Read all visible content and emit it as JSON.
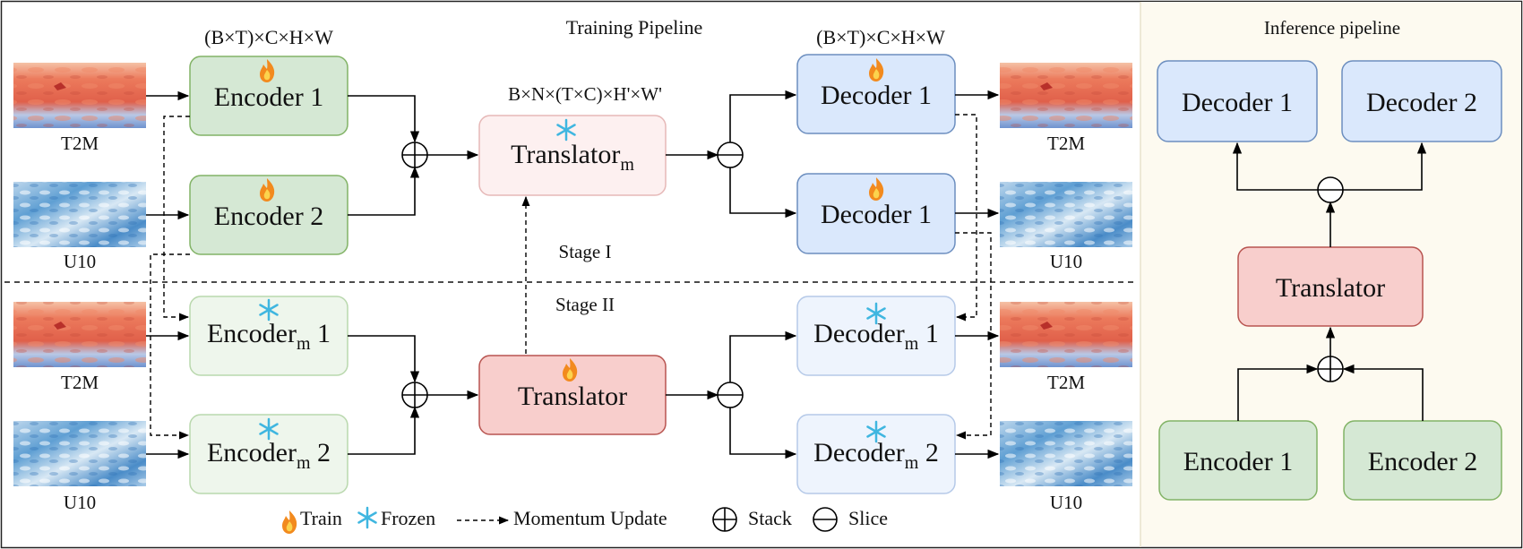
{
  "titles": {
    "training": "Training Pipeline",
    "inference": "Inference pipeline",
    "stage1": "Stage I",
    "stage2": "Stage II"
  },
  "dims": {
    "encoder_in": "(B×T)×C×H×W",
    "decoder_out": "(B×T)×C×H×W",
    "latent": "B×N×(T×C)×H'×W'"
  },
  "variables": {
    "t2m": "T2M",
    "u10": "U10"
  },
  "stage1": {
    "encoder1": "Encoder 1",
    "encoder2": "Encoder 2",
    "translator_m": {
      "main": "Translator",
      "sub": "m"
    },
    "decoder_top": "Decoder 1",
    "decoder_bottom": "Decoder 1"
  },
  "stage2": {
    "encoder_m1": {
      "main": "Encoder",
      "sub": "m",
      "suffix": " 1"
    },
    "encoder_m2": {
      "main": "Encoder",
      "sub": "m",
      "suffix": " 2"
    },
    "translator": "Translator",
    "decoder_m1": {
      "main": "Decoder",
      "sub": "m",
      "suffix": " 1"
    },
    "decoder_m2": {
      "main": "Decoder",
      "sub": "m",
      "suffix": " 2"
    }
  },
  "inference": {
    "decoder1": "Decoder 1",
    "decoder2": "Decoder 2",
    "translator": "Translator",
    "encoder1": "Encoder 1",
    "encoder2": "Encoder 2"
  },
  "legend": {
    "train": "Train",
    "frozen": "Frozen",
    "momentum": "Momentum Update",
    "stack": "Stack",
    "slice": "Slice"
  },
  "colors": {
    "encoder_fill": "#d5e8d4",
    "encoder_stroke": "#82b366",
    "encoder_m_fill": "#eef6ec",
    "encoder_m_stroke": "#b9d8ad",
    "decoder_fill": "#dae8fc",
    "decoder_stroke": "#6c8ebf",
    "decoder_m_fill": "#eef4fd",
    "decoder_m_stroke": "#b5c9e8",
    "translator_fill": "#f8cecc",
    "translator_stroke": "#b85450",
    "translator_m_fill": "#fdf0f0",
    "translator_m_stroke": "#e6b8b7",
    "inference_bg": "#fdfaf0",
    "fire": "#f28a1e",
    "snow": "#3fb6e0"
  }
}
